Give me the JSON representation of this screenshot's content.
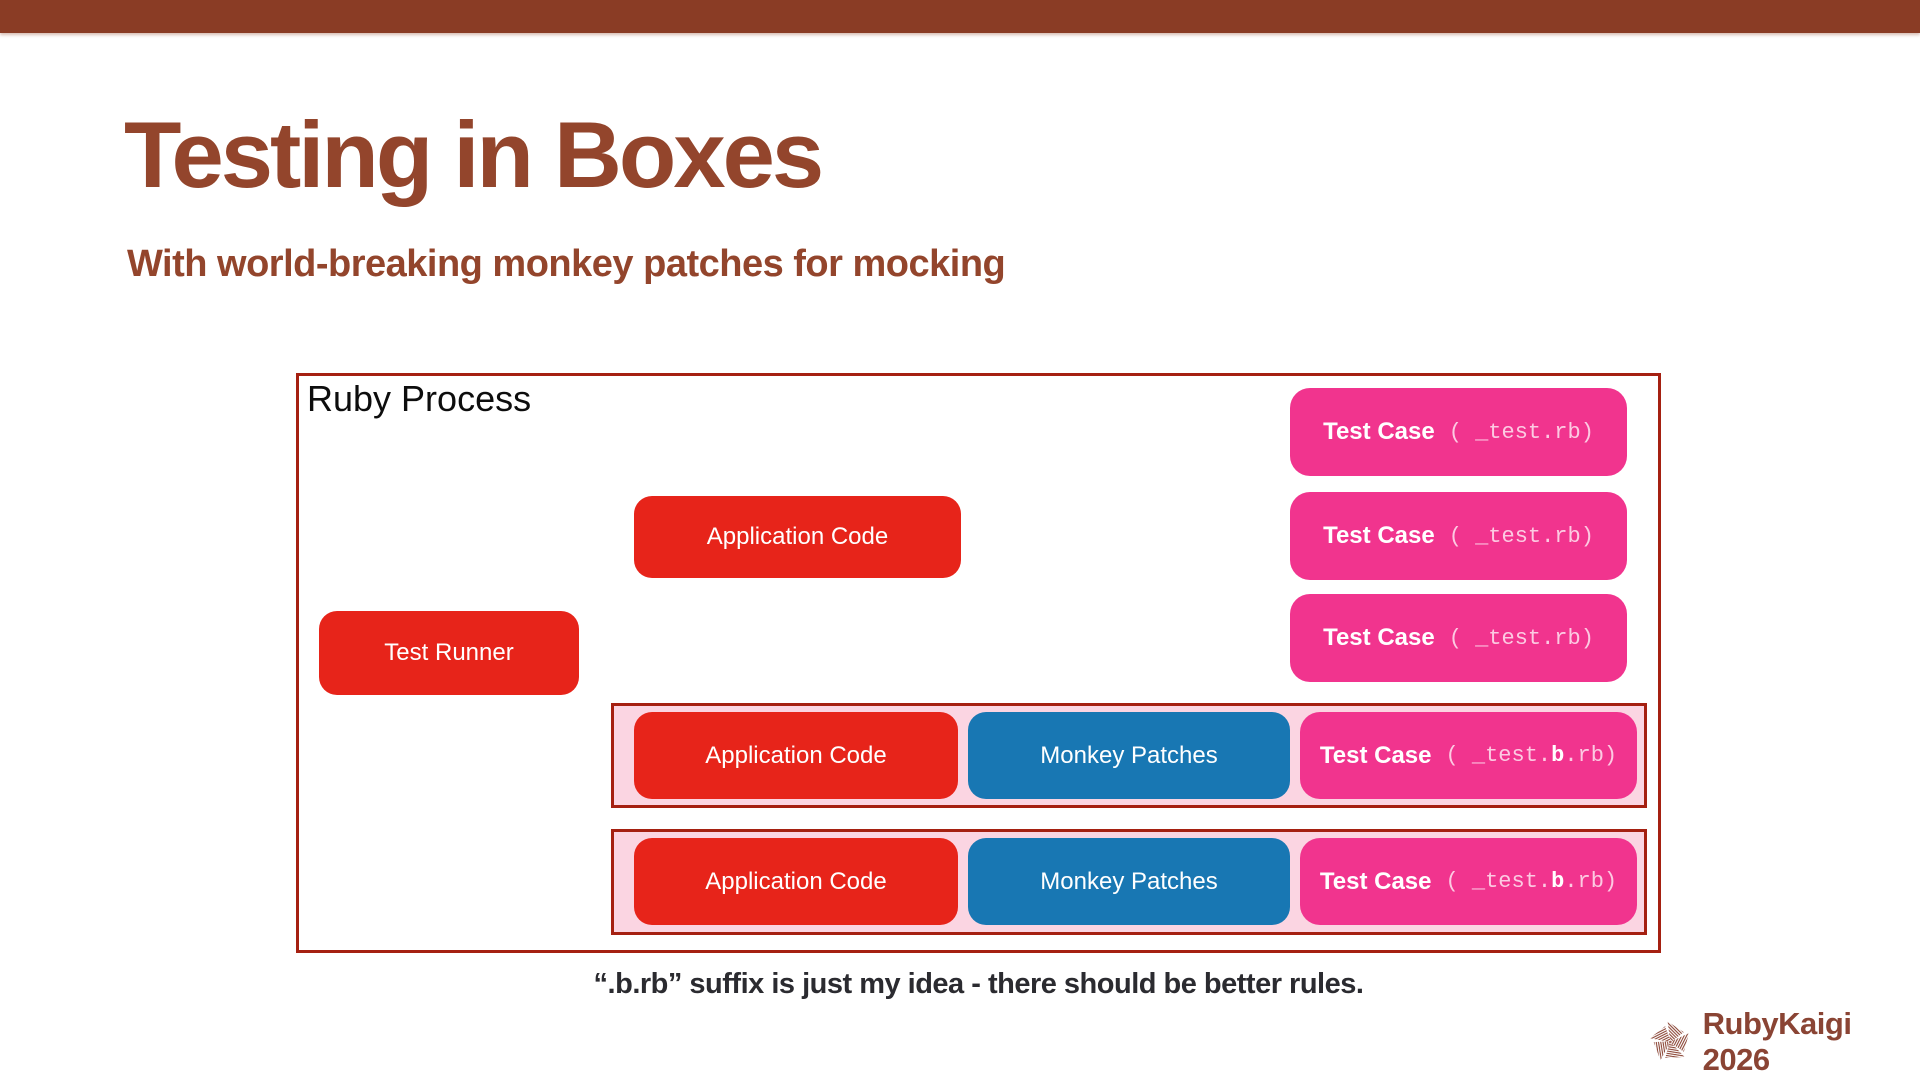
{
  "header": {
    "title": "Testing in Boxes",
    "subtitle": "With world-breaking monkey patches for mocking",
    "accent_bar_color": "#8A3C25",
    "title_color": "#93452C"
  },
  "diagram": {
    "container_label": "Ruby Process",
    "border_color": "#A52011",
    "group_row_bg": "#FBD5E2",
    "colors": {
      "red": "#E7241A",
      "blue": "#1877B3",
      "pink": "#F1348E"
    },
    "boxes": {
      "test_runner": {
        "label": "Test Runner"
      },
      "application_code": {
        "label": "Application Code"
      },
      "monkey_patches": {
        "label": "Monkey Patches"
      },
      "test_case": {
        "label": "Test Case",
        "suffix_plain": "( _test.rb)",
        "suffix_b_pre": "( _test.",
        "suffix_b_bold": "b",
        "suffix_b_post": ".rb)"
      }
    }
  },
  "caption": "“.b.rb” suffix is just my idea - there should be better rules.",
  "footer": {
    "logo_text": "RubyKaigi 2026",
    "logo_color": "#8A4434"
  }
}
